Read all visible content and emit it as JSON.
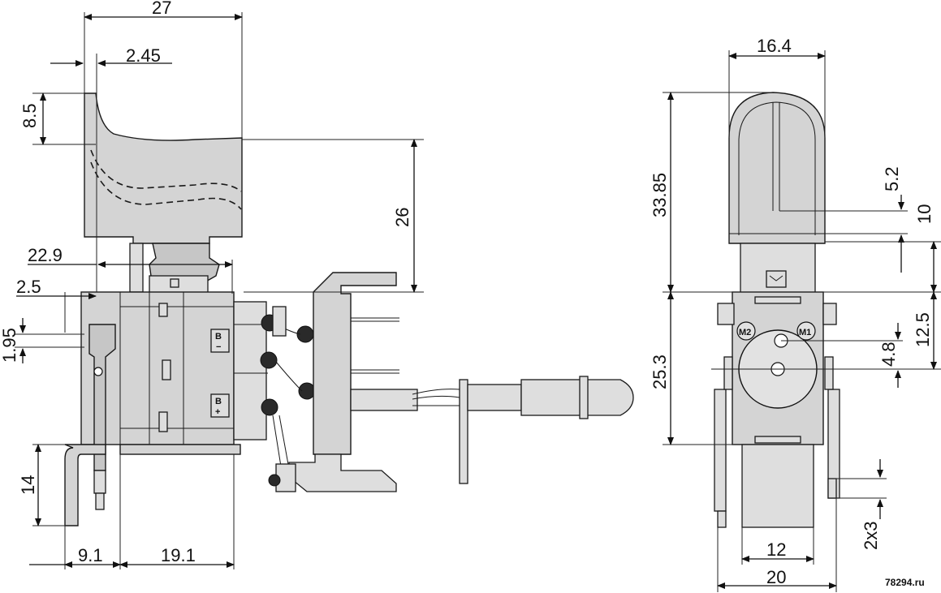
{
  "side_view": {
    "dims": {
      "d27": "27",
      "d245": "2.45",
      "d85": "8.5",
      "d26": "26",
      "d229": "22.9",
      "d25": "2.5",
      "d195": "1.95",
      "d14": "14",
      "d91": "9.1",
      "d191": "19.1"
    },
    "terminal_marks": [
      "B",
      "B"
    ]
  },
  "front_view": {
    "dims": {
      "d164": "16.4",
      "d3385": "33.85",
      "d52": "5.2",
      "d10": "10",
      "d253": "25.3",
      "d48": "4.8",
      "d125": "12.5",
      "d2x3": "2x3",
      "d12": "12",
      "d20": "20"
    },
    "terminal_labels": [
      "M2",
      "M1"
    ]
  },
  "watermark": "78294.ru"
}
